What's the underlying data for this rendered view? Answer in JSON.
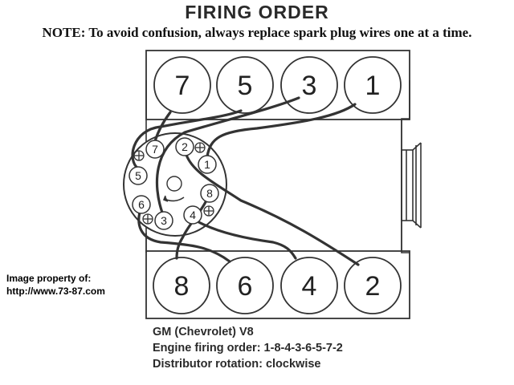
{
  "title": "FIRING ORDER",
  "note": "NOTE: To avoid confusion, always replace spark plug wires one at a time.",
  "credit": {
    "line1": "Image property of:",
    "line2": "http://www.73-87.com"
  },
  "info": {
    "engine": "GM (Chevrolet) V8",
    "firing_order": "Engine firing order: 1-8-4-3-6-5-7-2",
    "rotation": "Distributor rotation: clockwise"
  },
  "cylinders": {
    "top_bank": [
      "7",
      "5",
      "3",
      "1"
    ],
    "bottom_bank": [
      "8",
      "6",
      "4",
      "2"
    ]
  },
  "distributor": {
    "terminals": [
      "7",
      "2",
      "1",
      "5",
      "8",
      "6",
      "3",
      "4"
    ]
  }
}
